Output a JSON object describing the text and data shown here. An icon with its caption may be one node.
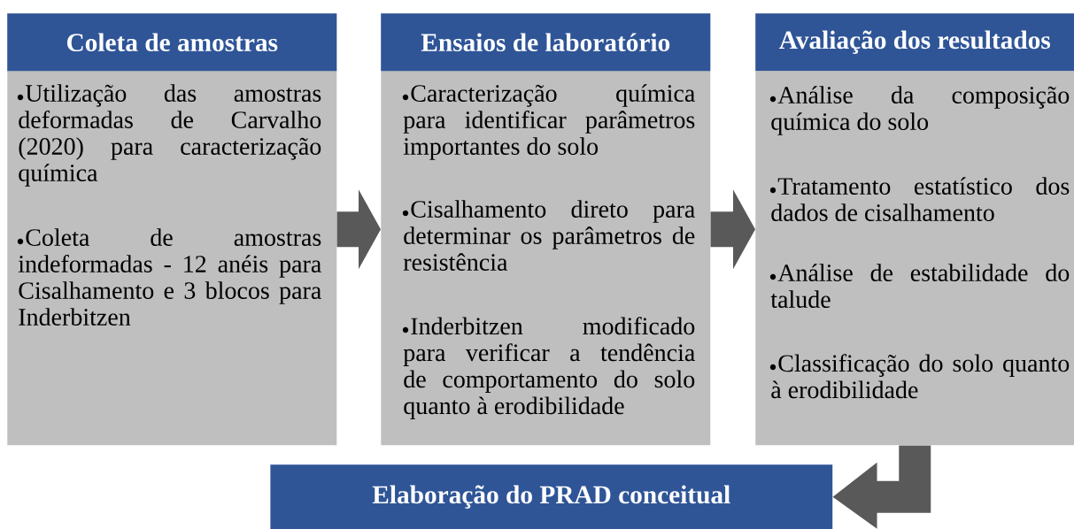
{
  "diagram": {
    "nodes": [
      {
        "text": [
          "Coleta de amostras",
          "Utilização das amostras deformadas de Carvalho (2020) para caracterização química",
          "Coleta de amostras indeformadas - 12 anéis para Cisalhamento e 3 blocos para Inderbitzen"
        ]
      },
      {
        "text": [
          "Ensaios de laboratório",
          "Caracterização química para identificar parâmetros importantes do solo",
          "Cisalhamento direto para determinar os parâmetros de resistência",
          "Inderbitzen modificado para verificar a tendência de comportamento do solo quanto à erodibilidade"
        ]
      },
      {
        "text": [
          "Avaliação dos resultados",
          "Análise da composição química do solo",
          "Tratamento estatístico dos dados de cisalhamento",
          "Análise de estabilidade do talude",
          "Classificação do solo quanto à erodibilidade"
        ]
      },
      {
        "text": [
          "Elaboração do PRAD conceitual"
        ]
      }
    ],
    "edges": [
      {
        "from": 0,
        "to": 1,
        "arrow": "to"
      },
      {
        "from": 1,
        "to": 2,
        "arrow": "to"
      },
      {
        "from": 2,
        "to": 3,
        "arrow": "to"
      }
    ]
  }
}
